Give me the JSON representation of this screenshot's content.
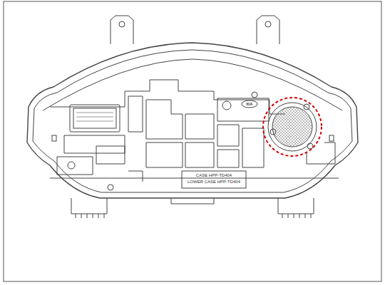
{
  "diagram": {
    "labels": [
      "KIA",
      "CASE HPP-TD404",
      "LOWER CASE HPP-TD404"
    ]
  }
}
